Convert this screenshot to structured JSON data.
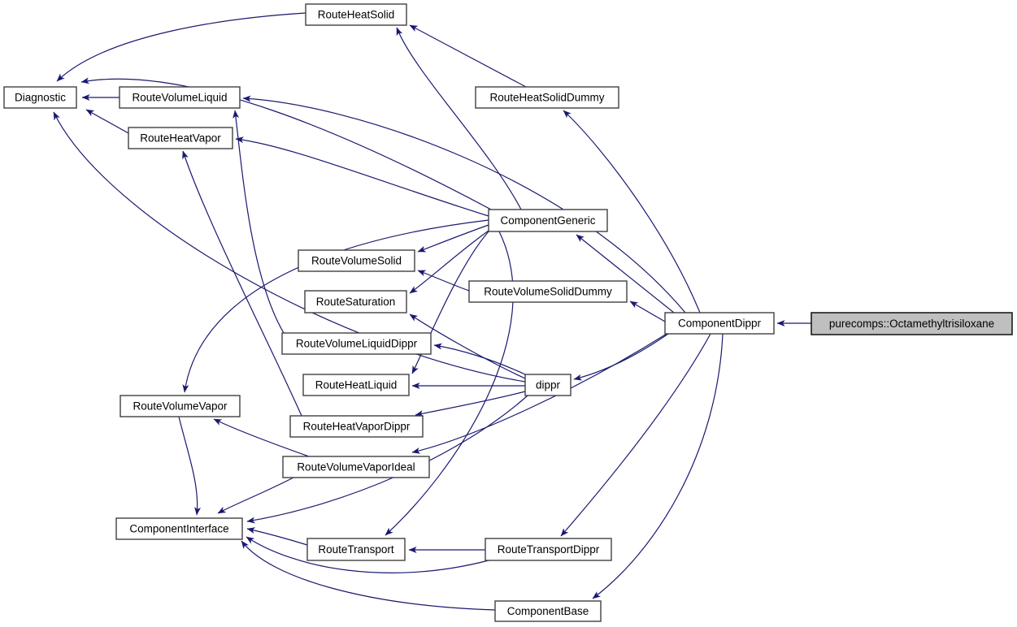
{
  "diagram": {
    "kind": "doxygen-inheritance-graph",
    "highlight_node": "purecomps_Octamethyltrisiloxane",
    "colors": {
      "edge": "#191970",
      "node_fill": "#ffffff",
      "node_border": "#404040",
      "highlight_fill": "#bfbfbf",
      "highlight_border": "#000000",
      "text": "#000000",
      "background": "#ffffff"
    },
    "nodes": [
      {
        "id": "RouteHeatSolid",
        "label": "RouteHeatSolid"
      },
      {
        "id": "Diagnostic",
        "label": "Diagnostic"
      },
      {
        "id": "RouteVolumeLiquid",
        "label": "RouteVolumeLiquid"
      },
      {
        "id": "RouteHeatSolidDummy",
        "label": "RouteHeatSolidDummy"
      },
      {
        "id": "RouteHeatVapor",
        "label": "RouteHeatVapor"
      },
      {
        "id": "ComponentGeneric",
        "label": "ComponentGeneric"
      },
      {
        "id": "RouteVolumeSolid",
        "label": "RouteVolumeSolid"
      },
      {
        "id": "RouteSaturation",
        "label": "RouteSaturation"
      },
      {
        "id": "RouteVolumeSolidDummy",
        "label": "RouteVolumeSolidDummy"
      },
      {
        "id": "RouteVolumeLiquidDippr",
        "label": "RouteVolumeLiquidDippr"
      },
      {
        "id": "ComponentDippr",
        "label": "ComponentDippr"
      },
      {
        "id": "purecomps_Octamethyltrisiloxane",
        "label": "purecomps::Octamethyltrisiloxane"
      },
      {
        "id": "RouteHeatLiquid",
        "label": "RouteHeatLiquid"
      },
      {
        "id": "dippr",
        "label": "dippr"
      },
      {
        "id": "RouteVolumeVapor",
        "label": "RouteVolumeVapor"
      },
      {
        "id": "RouteHeatVaporDippr",
        "label": "RouteHeatVaporDippr"
      },
      {
        "id": "RouteVolumeVaporIdeal",
        "label": "RouteVolumeVaporIdeal"
      },
      {
        "id": "ComponentInterface",
        "label": "ComponentInterface"
      },
      {
        "id": "RouteTransport",
        "label": "RouteTransport"
      },
      {
        "id": "RouteTransportDippr",
        "label": "RouteTransportDippr"
      },
      {
        "id": "ComponentBase",
        "label": "ComponentBase"
      }
    ],
    "edges": [
      {
        "from": "RouteHeatSolid",
        "to": "Diagnostic"
      },
      {
        "from": "RouteVolumeLiquid",
        "to": "Diagnostic"
      },
      {
        "from": "RouteHeatVapor",
        "to": "Diagnostic"
      },
      {
        "from": "ComponentGeneric",
        "to": "Diagnostic"
      },
      {
        "from": "dippr",
        "to": "Diagnostic"
      },
      {
        "from": "ComponentGeneric",
        "to": "RouteHeatSolid"
      },
      {
        "from": "RouteHeatSolidDummy",
        "to": "RouteHeatSolid"
      },
      {
        "from": "ComponentDippr",
        "to": "RouteHeatSolidDummy"
      },
      {
        "from": "ComponentDippr",
        "to": "RouteVolumeLiquid"
      },
      {
        "from": "RouteVolumeLiquidDippr",
        "to": "RouteVolumeLiquid"
      },
      {
        "from": "ComponentGeneric",
        "to": "RouteHeatVapor"
      },
      {
        "from": "RouteHeatVaporDippr",
        "to": "RouteHeatVapor"
      },
      {
        "from": "ComponentGeneric",
        "to": "RouteVolumeSolid"
      },
      {
        "from": "RouteVolumeSolidDummy",
        "to": "RouteVolumeSolid"
      },
      {
        "from": "ComponentGeneric",
        "to": "RouteSaturation"
      },
      {
        "from": "dippr",
        "to": "RouteSaturation"
      },
      {
        "from": "dippr",
        "to": "RouteVolumeLiquidDippr"
      },
      {
        "from": "ComponentGeneric",
        "to": "RouteHeatLiquid"
      },
      {
        "from": "dippr",
        "to": "RouteHeatLiquid"
      },
      {
        "from": "ComponentDippr",
        "to": "RouteVolumeSolidDummy"
      },
      {
        "from": "ComponentDippr",
        "to": "ComponentGeneric"
      },
      {
        "from": "purecomps_Octamethyltrisiloxane",
        "to": "ComponentDippr"
      },
      {
        "from": "ComponentDippr",
        "to": "dippr"
      },
      {
        "from": "dippr",
        "to": "RouteHeatVaporDippr"
      },
      {
        "from": "ComponentDippr",
        "to": "RouteVolumeVaporIdeal"
      },
      {
        "from": "RouteVolumeVaporIdeal",
        "to": "RouteVolumeVapor"
      },
      {
        "from": "ComponentGeneric",
        "to": "RouteVolumeVapor"
      },
      {
        "from": "ComponentGeneric",
        "to": "RouteTransport"
      },
      {
        "from": "RouteTransportDippr",
        "to": "RouteTransport"
      },
      {
        "from": "ComponentDippr",
        "to": "RouteTransportDippr"
      },
      {
        "from": "ComponentDippr",
        "to": "ComponentBase"
      },
      {
        "from": "RouteVolumeVapor",
        "to": "ComponentInterface"
      },
      {
        "from": "RouteVolumeVaporIdeal",
        "to": "ComponentInterface"
      },
      {
        "from": "RouteTransport",
        "to": "ComponentInterface"
      },
      {
        "from": "dippr",
        "to": "ComponentInterface"
      },
      {
        "from": "RouteTransportDippr",
        "to": "ComponentInterface"
      },
      {
        "from": "ComponentBase",
        "to": "ComponentInterface"
      }
    ]
  }
}
